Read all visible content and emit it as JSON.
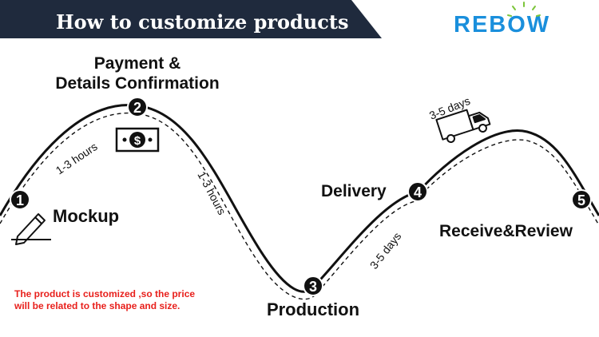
{
  "header": {
    "title": "How to customize products",
    "logo_text": "REBOW",
    "logo_color": "#1a8fdc",
    "banner_color": "#1f2a3d"
  },
  "steps": [
    {
      "number": "1",
      "label": "Mockup"
    },
    {
      "number": "2",
      "label_line1": "Payment &",
      "label_line2": "Details Confirmation"
    },
    {
      "number": "3",
      "label": "Production"
    },
    {
      "number": "4",
      "label": "Delivery"
    },
    {
      "number": "5",
      "label": "Receive&Review"
    }
  ],
  "durations": {
    "step1_to_2": "1-3 hours",
    "step2_to_3": "1-3 hours",
    "step3_to_4": "3-5 days",
    "truck": "3-5 days"
  },
  "note": {
    "line1": "The product is customized ,so the price",
    "line2": "will be related to the shape and size.",
    "color": "#e8201c"
  },
  "icons": [
    "pencil-icon",
    "money-icon",
    "truck-icon"
  ]
}
